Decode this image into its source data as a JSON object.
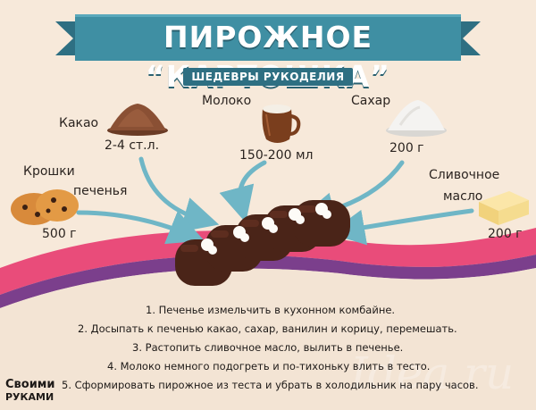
{
  "title": "ПИРОЖНОЕ “КАРТОШКА”",
  "subtitle": "ШЕДЕВРЫ РУКОДЕЛИЯ",
  "ingredients": {
    "cocoa": {
      "name": "Какао",
      "amount": "2-4 ст.л."
    },
    "milk": {
      "name": "Молоко",
      "amount": "150-200 мл"
    },
    "sugar": {
      "name": "Сахар",
      "amount": "200 г"
    },
    "crumbs": {
      "name_line1": "Крошки",
      "name_line2": "печенья",
      "amount": "500 г"
    },
    "butter": {
      "name_line1": "Сливочное",
      "name_line2": "масло",
      "amount": "200 г"
    }
  },
  "steps": [
    "1. Печенье измельчить в кухонном комбайне.",
    "2. Досыпать к печенью какао, сахар, ванилин и корицу, перемешать.",
    "3. Растопить сливочное масло, вылить в печенье.",
    "4. Молоко немного подогреть и по-тихоньку влить в тесто.",
    "5. Сформировать пирожное из теста и убрать в холодильник на пару часов."
  ],
  "logo": {
    "line1": "Своими",
    "line2": "РУКАМИ"
  },
  "watermark": "Idea.ru",
  "colors": {
    "background": "#f7e9da",
    "banner": "#3f8fa3",
    "banner_dark": "#2e6f82",
    "arrow": "#6fb6c6",
    "wave_pink": "#e94c7a",
    "wave_purple": "#7b3f8c"
  }
}
